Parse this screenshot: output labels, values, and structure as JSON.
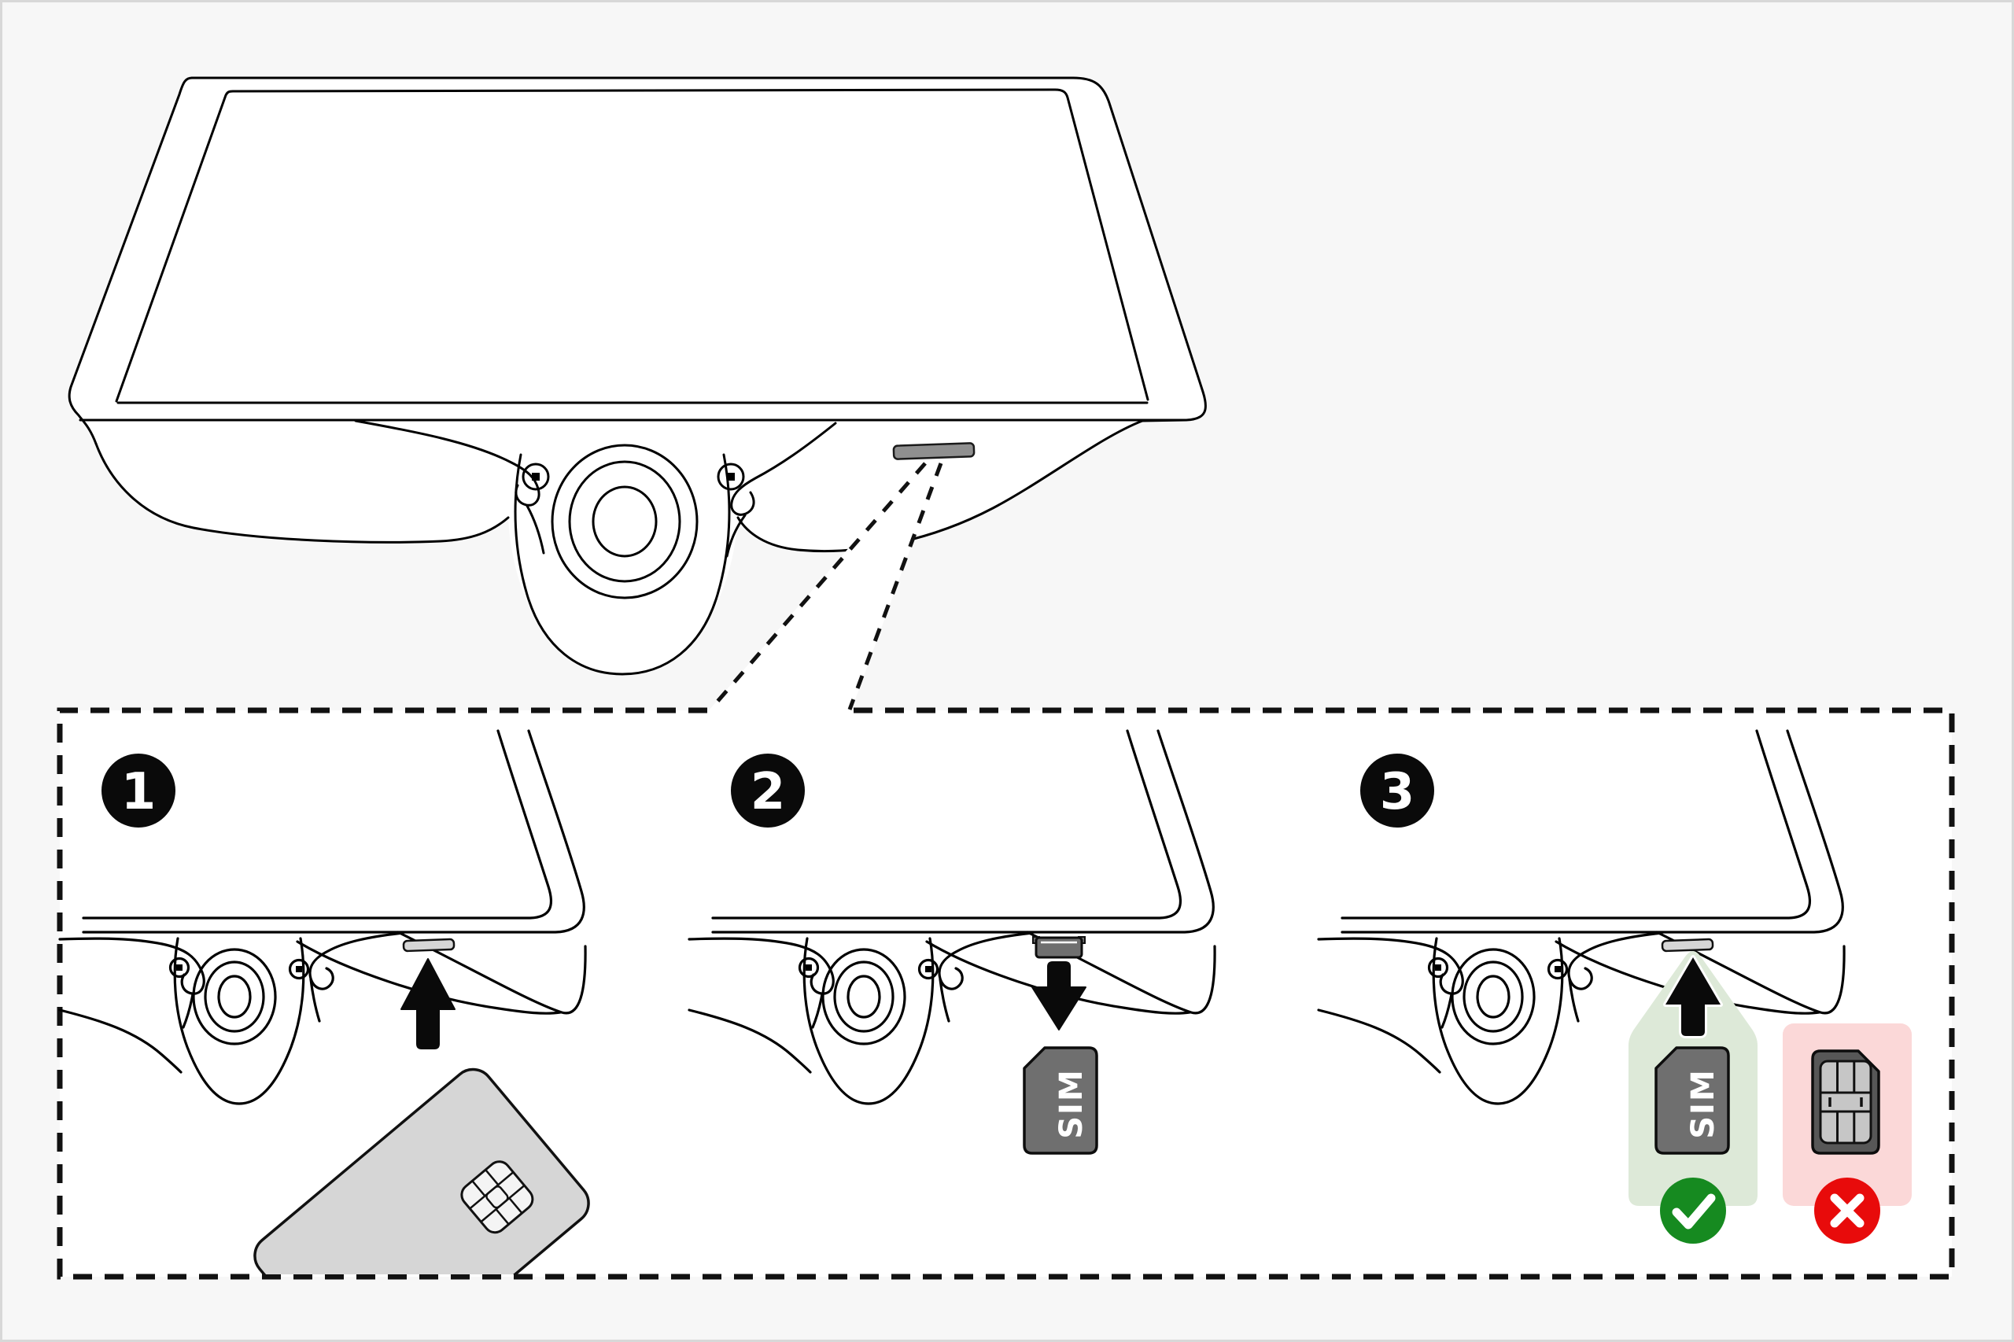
{
  "scene": {
    "background": "#f7f7f7",
    "frame_border": "#d8d8d8",
    "panel_fill": "#ffffff",
    "line_color": "#000000",
    "device": {
      "slot_fill": "#8f8f8f",
      "callout_style": "dashed-funnel"
    }
  },
  "steps": [
    {
      "number": "1",
      "arrow_icon": "up-arrow-icon",
      "slot_fill": "#d6d6d6",
      "card_fill": "#d6d6d6",
      "chip_fill": "#f4f4f4"
    },
    {
      "number": "2",
      "arrow_icon": "down-arrow-icon",
      "tray_fill": "#6f6f6f",
      "sim_label": "SIM",
      "sim_fill": "#6f6f6f"
    },
    {
      "number": "3",
      "arrow_icon": "up-arrow-icon",
      "slot_fill": "#d6d6d6",
      "sim_label": "SIM",
      "sim_fill": "#6f6f6f",
      "correct": {
        "panel_fill": "#dde9d8",
        "icon": "check-icon",
        "icon_fill": "#168a20"
      },
      "wrong": {
        "panel_fill": "#fbd8d8",
        "icon": "cross-icon",
        "icon_fill": "#e80b0b",
        "sim_fill": "#575757",
        "contacts_fill": "#c6c6c6"
      }
    }
  ]
}
